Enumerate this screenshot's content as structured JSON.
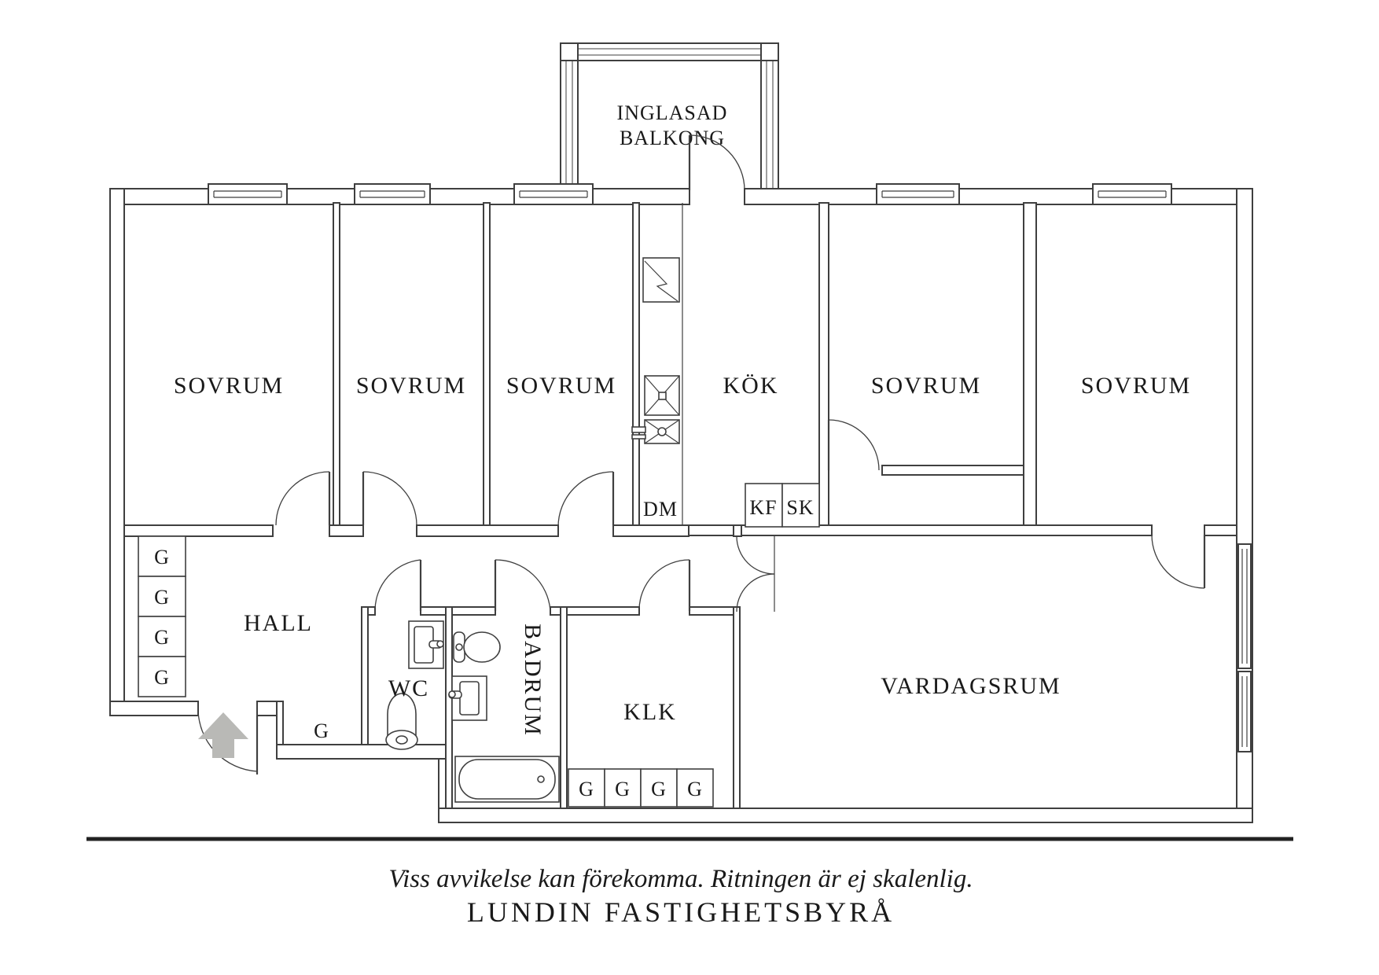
{
  "floorplan": {
    "rooms": {
      "balcony_line1": "INGLASAD",
      "balcony_line2": "BALKONG",
      "bedroom": "SOVRUM",
      "kitchen": "KÖK",
      "hall": "HALL",
      "wc": "WC",
      "bathroom": "BADRUM",
      "closet": "KLK",
      "living_room": "VARDAGSRUM",
      "dishwasher": "DM",
      "fridge_freezer": "KF",
      "cabinet": "SK",
      "wardrobe": "G"
    },
    "footer": {
      "disclaimer": "Viss avvikelse kan förekomma. Ritningen är ej skalenlig.",
      "brand": "LUNDIN FASTIGHETSBYRÅ"
    },
    "colors": {
      "line": "#3f3f3f",
      "text": "#1a1a1a",
      "arrow": "#b9b9b6",
      "background": "#ffffff"
    }
  }
}
